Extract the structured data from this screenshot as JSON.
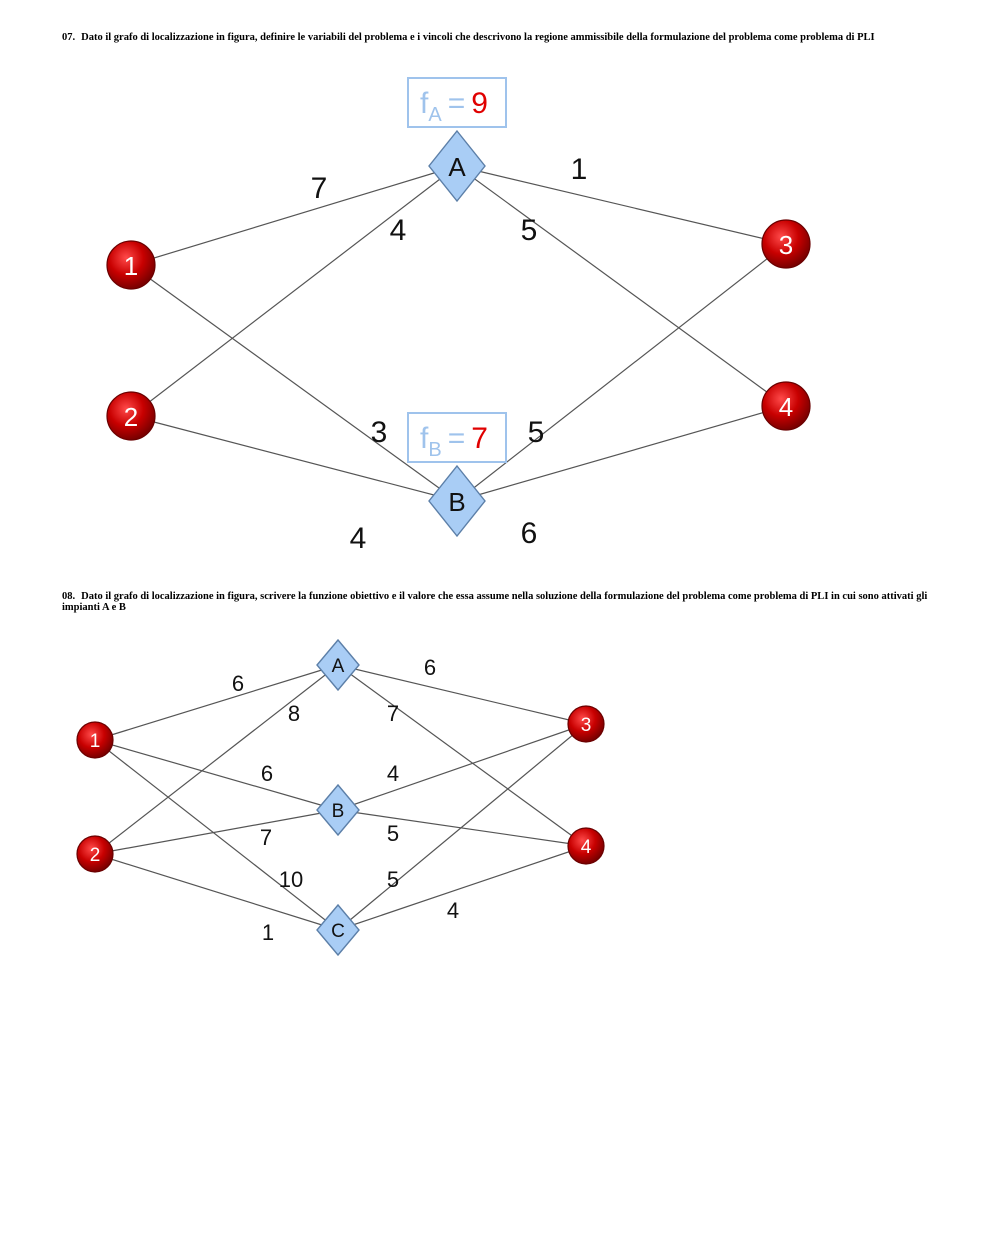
{
  "q07": {
    "number": "07.",
    "text": "Dato il grafo di localizzazione in figura, definire le variabili del problema e i vincoli che descrivono la regione ammissibile della formulazione del problema come problema di PLI",
    "clients": [
      "1",
      "2",
      "3",
      "4"
    ],
    "facilities": [
      "A",
      "B"
    ],
    "costs": [
      {
        "facility": "A",
        "f": "f",
        "sub": "A",
        "eq": "=",
        "value": "9"
      },
      {
        "facility": "B",
        "f": "f",
        "sub": "B",
        "eq": "=",
        "value": "7"
      }
    ],
    "weights": {
      "1-A": "7",
      "2-A": "4",
      "A-3": "1",
      "A-4": "5",
      "1-B": "3",
      "2-B": "4",
      "B-3": "5",
      "B-4": "6"
    }
  },
  "q08": {
    "number": "08.",
    "text": "Dato il grafo di localizzazione in figura, scrivere la funzione obiettivo e il valore che essa assume nella soluzione della formulazione del problema come problema di PLI in cui sono attivati gli impianti A e B",
    "clients": [
      "1",
      "2",
      "3",
      "4"
    ],
    "facilities": [
      "A",
      "B",
      "C"
    ],
    "weights": {
      "1-A": "6",
      "2-A": "8",
      "A-3": "6",
      "A-4": "7",
      "1-B": "6",
      "2-B": "7",
      "B-3": "4",
      "B-4": "5",
      "1-C": "10",
      "2-C": "1",
      "C-3": "5",
      "C-4": "4"
    }
  },
  "colors": {
    "facility_fill": "#a9cdf5",
    "client_fill": "#c80000",
    "cost_value": "#e00000",
    "cost_label": "#9fc3ec"
  }
}
